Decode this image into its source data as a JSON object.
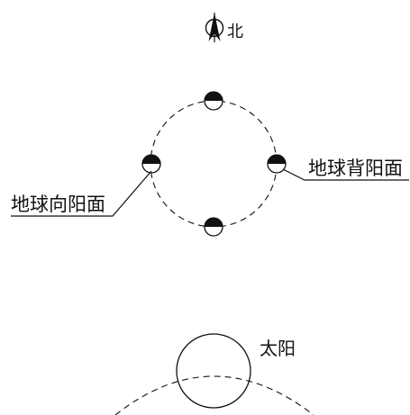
{
  "compass": {
    "north_label": "北",
    "icon": "north-arrow-icon"
  },
  "labels": {
    "earth_facing_sun": "地球向阳面",
    "earth_away_from_sun": "地球背阳面",
    "sun": "太阳"
  },
  "colors": {
    "stroke": "#111111",
    "background": "#ffffff"
  }
}
